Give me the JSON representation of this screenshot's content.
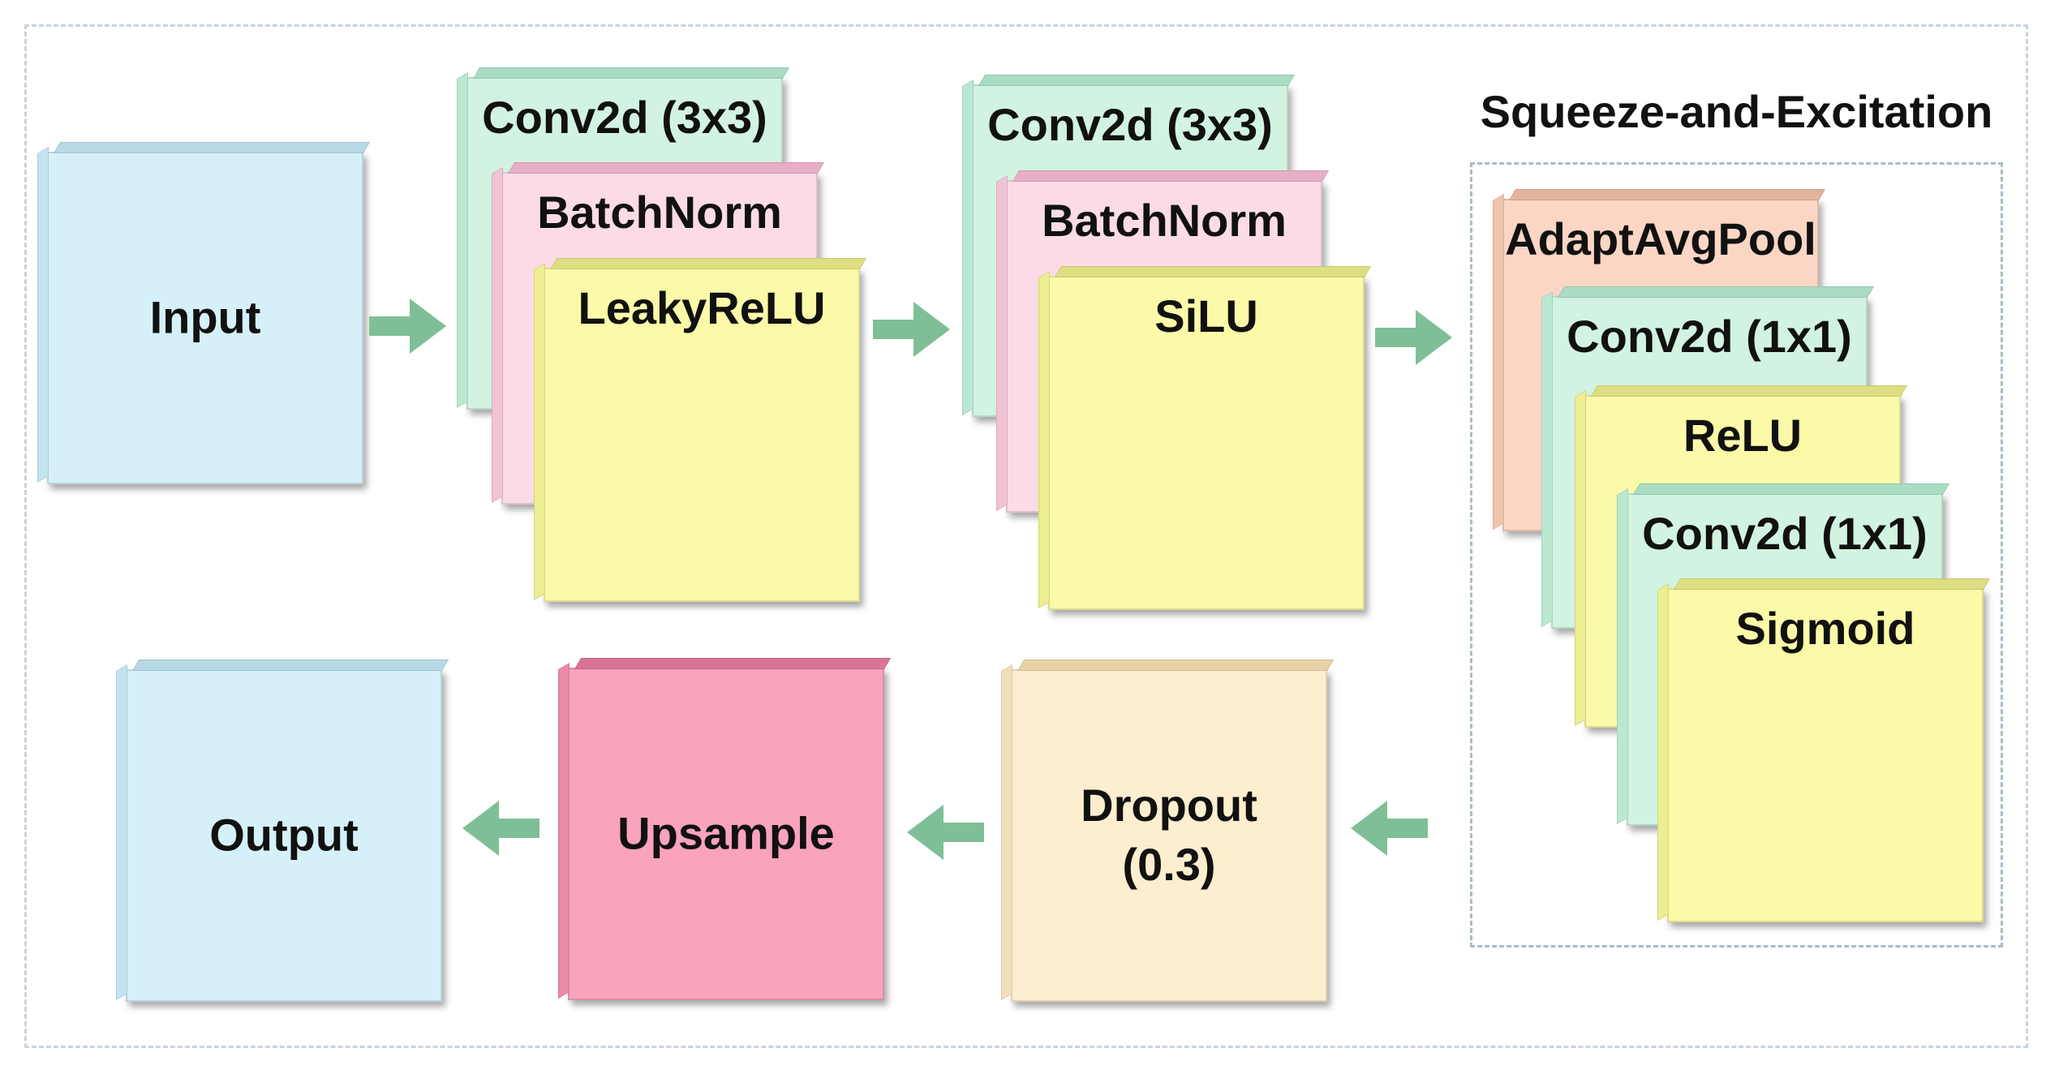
{
  "blocks": {
    "input": "Input",
    "conv1": "Conv2d (3x3)",
    "bn1": "BatchNorm",
    "act1": "LeakyReLU",
    "conv2": "Conv2d (3x3)",
    "bn2": "BatchNorm",
    "act2": "SiLU",
    "se_title": "Squeeze-and-Excitation",
    "se_pool": "AdaptAvgPool",
    "se_conv1": "Conv2d (1x1)",
    "se_relu": "ReLU",
    "se_conv2": "Conv2d (1x1)",
    "se_sigmoid": "Sigmoid",
    "dropout_line1": "Dropout",
    "dropout_line2": "(0.3)",
    "upsample": "Upsample",
    "output": "Output"
  },
  "colors": {
    "arrow": "#7fbf98",
    "io_block": "#d5f0f9",
    "conv_block": "#d2f3e1",
    "norm_block": "#fcdbe8",
    "activation_block": "#fafaa8",
    "pool_block": "#fbd6c4",
    "upsample_block": "#f9a3bd",
    "dropout_block": "#fdeecf"
  }
}
